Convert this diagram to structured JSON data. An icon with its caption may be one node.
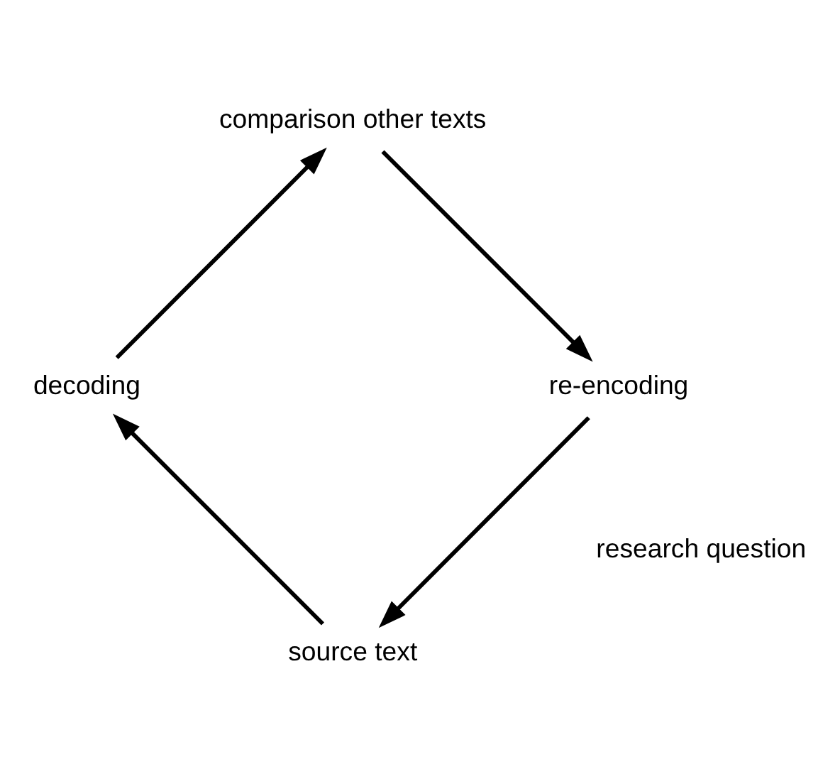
{
  "diagram": {
    "nodes": [
      {
        "text": [
          "source text"
        ]
      },
      {
        "text": [
          "decoding"
        ]
      },
      {
        "text": [
          "comparison other texts"
        ]
      },
      {
        "text": [
          "re-encoding"
        ]
      }
    ],
    "edges": [
      {
        "from": 0,
        "to": 1,
        "arrow": "to"
      },
      {
        "from": 1,
        "to": 2,
        "arrow": "to"
      },
      {
        "from": 2,
        "to": 3,
        "arrow": "to"
      },
      {
        "from": 3,
        "to": 0,
        "arrow": "to"
      }
    ],
    "labels": [
      "research question"
    ]
  }
}
